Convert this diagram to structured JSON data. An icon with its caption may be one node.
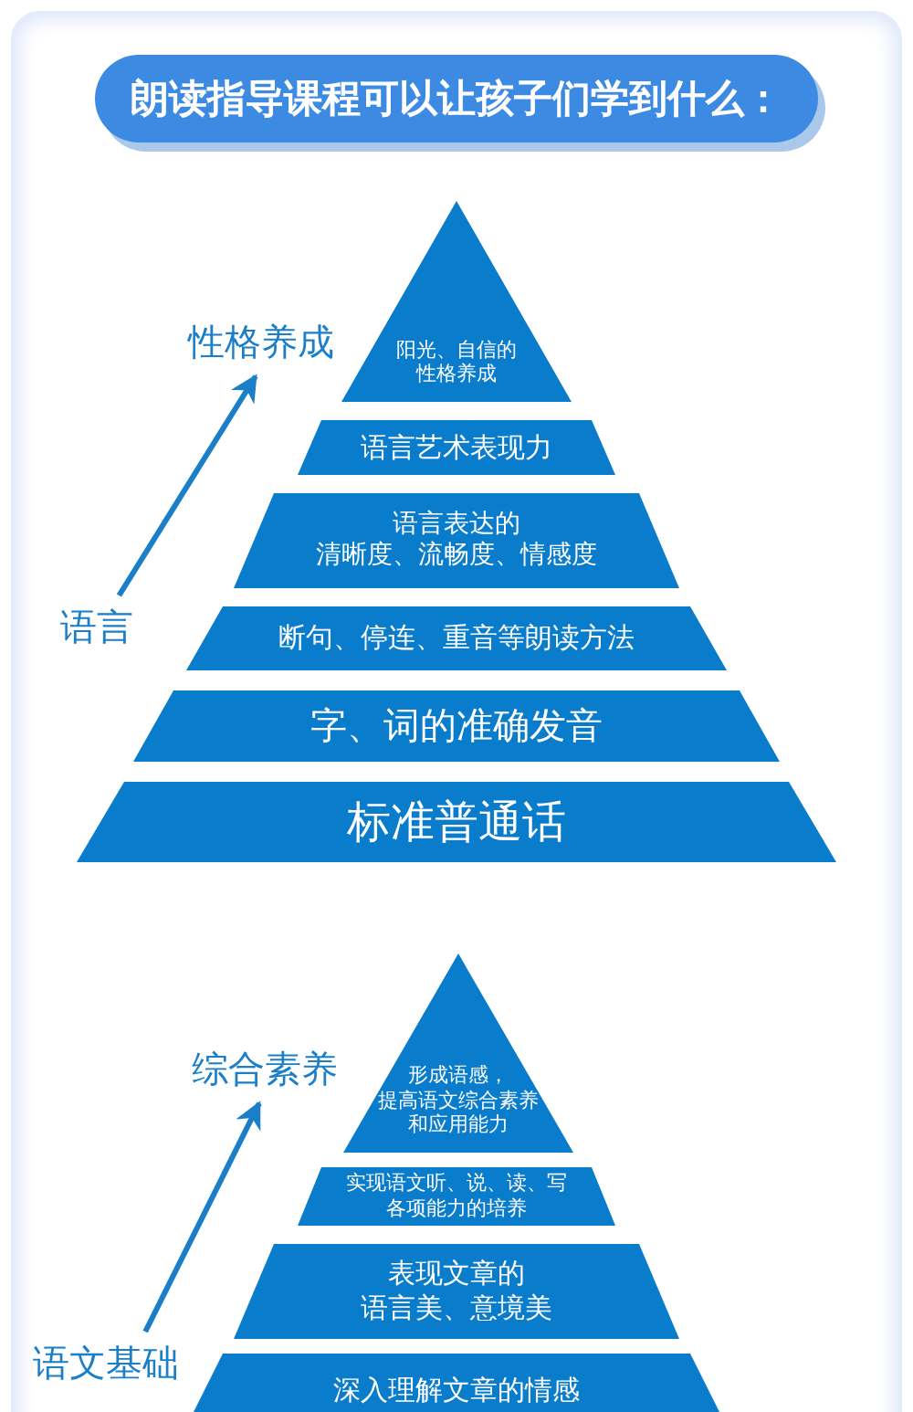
{
  "diagram": {
    "title": "朗读指导课程可以让孩子们学到什么：",
    "nodes": [
      {
        "text": [
          "性格养成"
        ]
      },
      {
        "text": [
          "语言"
        ]
      },
      {
        "text": [
          "阳光、自信的性格养成"
        ]
      },
      {
        "text": [
          "语言艺术表现力"
        ]
      },
      {
        "text": [
          "语言表达的清晰度、流畅度、情感度"
        ]
      },
      {
        "text": [
          "断句、停连、重音等朗读方法"
        ]
      },
      {
        "text": [
          "字、词的准确发音"
        ]
      },
      {
        "text": [
          "标准普通话"
        ]
      },
      {
        "text": [
          "综合素养"
        ]
      },
      {
        "text": [
          "语文基础"
        ]
      },
      {
        "text": [
          "形成语感，提高语文综合素养和应用能力"
        ]
      },
      {
        "text": [
          "实现语文听、说、读、写各项能力的培养"
        ]
      },
      {
        "text": [
          "表现文章的语言美、意境美"
        ]
      },
      {
        "text": [
          "深入理解文章的情感"
        ]
      }
    ],
    "edges": [
      {
        "from": 1,
        "to": 0,
        "arrow": "to"
      },
      {
        "from": 9,
        "to": 8,
        "arrow": "to"
      }
    ]
  }
}
